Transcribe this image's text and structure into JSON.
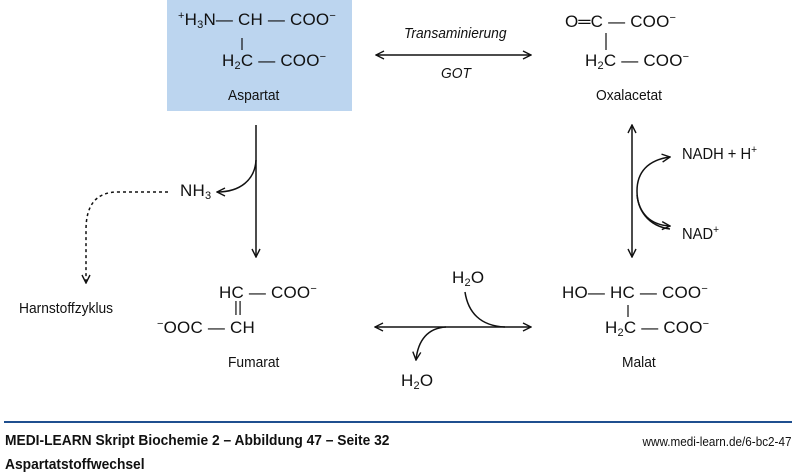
{
  "figure": {
    "molecules": {
      "aspartat": {
        "line1": [
          "+",
          "H",
          "3",
          "N— CH — COO",
          "−"
        ],
        "line2": [
          "H",
          "2",
          "C — COO",
          "−"
        ],
        "name": "Aspartat"
      },
      "oxalacetat": {
        "line1": [
          "O═C — COO",
          "−"
        ],
        "line2": [
          "H",
          "2",
          "C — COO",
          "−"
        ],
        "name": "Oxalacetat"
      },
      "fumarat": {
        "line1": [
          "HC — COO",
          "−"
        ],
        "double_bond": "||",
        "line2": [
          "−",
          "OOC — CH"
        ],
        "name": "Fumarat"
      },
      "malat": {
        "line1": [
          "HO— HC — COO",
          "−"
        ],
        "line2": [
          "H",
          "2",
          "C — COO",
          "−"
        ],
        "name": "Malat"
      }
    },
    "reactions": {
      "transamination": {
        "label_top": "Transaminierung",
        "label_bottom": "GOT"
      },
      "nh3_release": {
        "product": [
          "NH",
          "3"
        ],
        "destination": "Harnstoffzyklus"
      },
      "malate_dehydrogenase": {
        "cofactor_top": [
          "NADH + H",
          "+"
        ],
        "cofactor_bottom": [
          "NAD",
          "+"
        ]
      },
      "fumarase": {
        "water_in": [
          "H",
          "2",
          "O"
        ],
        "water_out": [
          "H",
          "2",
          "O"
        ]
      }
    },
    "colors": {
      "highlight_box": "#bcd5ef",
      "footer_rule": "#1f4f8f"
    }
  },
  "footer": {
    "title": "MEDI-LEARN Skript Biochemie 2 – Abbildung 47 – Seite 32",
    "url": "www.medi-learn.de/6-bc2-47",
    "subtitle": "Aspartatstoffwechsel"
  }
}
